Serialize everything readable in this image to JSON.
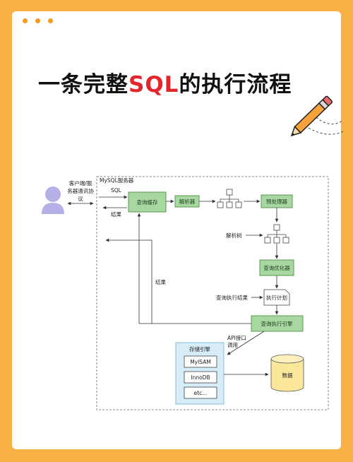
{
  "title": {
    "part1": "一条完整",
    "part2": "SQL",
    "part3": "的执行流程"
  },
  "colors": {
    "background": "#f7b144",
    "accent_dots": "#f59a1a",
    "title_red": "#e2262c",
    "green_box": "#a9d7a1",
    "blue_panel": "#d6ecf7",
    "cylinder": "#fbe79a",
    "user_icon": "#b5b0e8"
  },
  "diagram": {
    "client_label": [
      "客户端/服",
      "务器通讯协",
      "议"
    ],
    "server_label": "MySQL服务器",
    "sql_label": "SQL",
    "result_label_top": "结果",
    "result_label_side": "结果",
    "query_cache": "查询缓存",
    "parser": "解析器",
    "preprocessor": "预处理器",
    "parse_tree": "解析树",
    "optimizer": "查询优化器",
    "optimizer_result": "查询执行结果",
    "execution_plan": "执行计划",
    "executor": "查询执行引擎",
    "api_call": [
      "API接口",
      "调用"
    ],
    "storage_engine": "存储引擎",
    "engines": [
      "MyISAM",
      "InnoDB",
      "etc..."
    ],
    "data": "数据"
  },
  "icons": {
    "pencil": "pencil-icon",
    "user": "user-icon"
  }
}
